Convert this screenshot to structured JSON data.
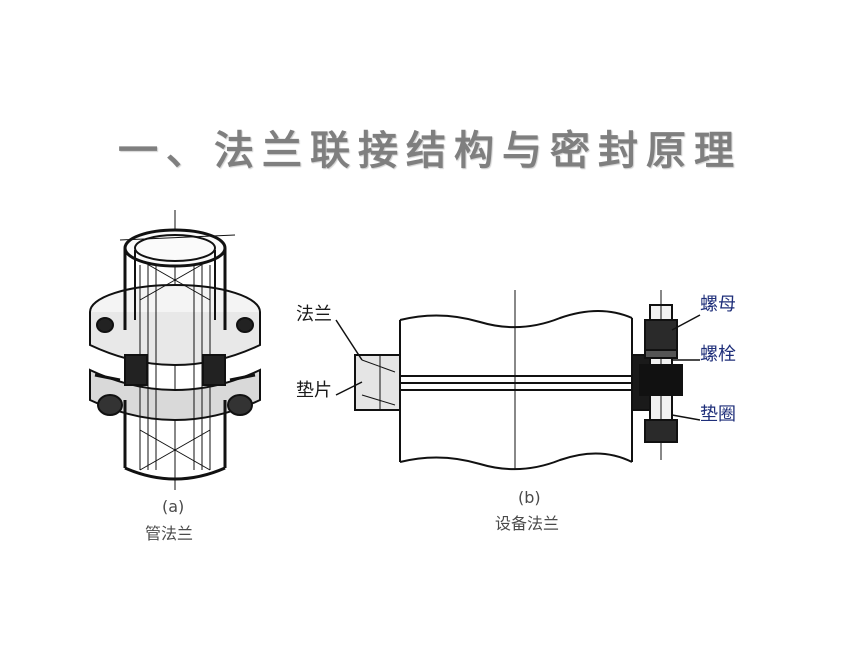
{
  "slide": {
    "title": "一、法兰联接结构与密封原理"
  },
  "figure_a": {
    "sub_label": "(a)",
    "caption": "管法兰"
  },
  "figure_b": {
    "sub_label": "(b)",
    "caption": "设备法兰",
    "callouts": {
      "flange": "法兰",
      "gasket": "垫片",
      "nut": "螺母",
      "bolt": "螺栓",
      "washer": "垫圈"
    }
  }
}
